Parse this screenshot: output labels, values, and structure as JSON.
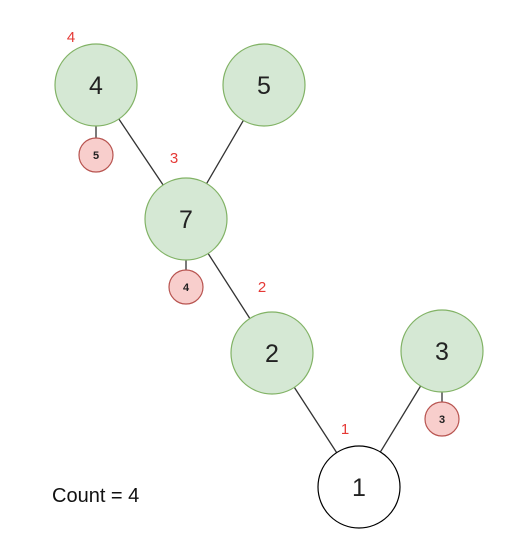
{
  "colors": {
    "node_fill_green": "#d5e8d4",
    "node_stroke_green": "#82b366",
    "node_fill_white": "#ffffff",
    "node_stroke_black": "#000000",
    "badge_fill": "#f8cecc",
    "badge_stroke": "#b85450",
    "annotation_text": "#e53935"
  },
  "nodes": [
    {
      "id": "n4",
      "label": "4",
      "style": "green"
    },
    {
      "id": "n5",
      "label": "5",
      "style": "green"
    },
    {
      "id": "n7",
      "label": "7",
      "style": "green"
    },
    {
      "id": "n2",
      "label": "2",
      "style": "green"
    },
    {
      "id": "n3",
      "label": "3",
      "style": "green"
    },
    {
      "id": "n1",
      "label": "1",
      "style": "white"
    }
  ],
  "edges": [
    {
      "from": "n4",
      "to": "n7"
    },
    {
      "from": "n5",
      "to": "n7"
    },
    {
      "from": "n7",
      "to": "n2"
    },
    {
      "from": "n2",
      "to": "n1"
    },
    {
      "from": "n3",
      "to": "n1"
    }
  ],
  "badges": [
    {
      "id": "b-n4",
      "parent": "n4",
      "label": "5"
    },
    {
      "id": "b-n7",
      "parent": "n7",
      "label": "4"
    },
    {
      "id": "b-n3",
      "parent": "n3",
      "label": "3"
    }
  ],
  "annotations": [
    {
      "id": "a-n4",
      "label": "4"
    },
    {
      "id": "a-n7",
      "label": "3"
    },
    {
      "id": "a-n2",
      "label": "2"
    },
    {
      "id": "a-n1",
      "label": "1"
    }
  ],
  "count_text": "Count = 4"
}
